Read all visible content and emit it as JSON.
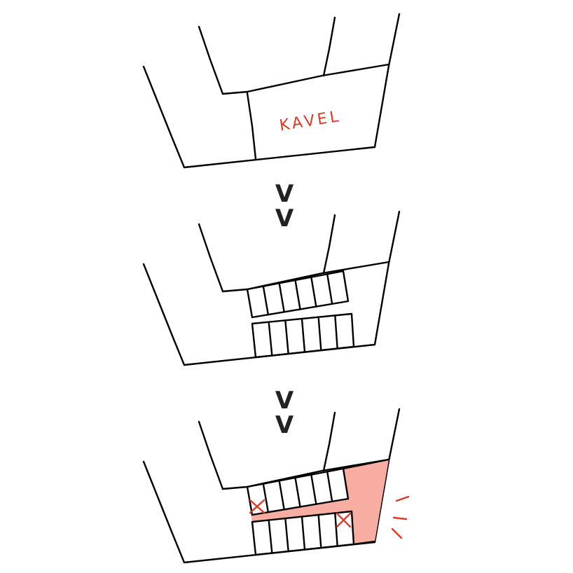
{
  "plot_label": "KAVEL",
  "arrows": [
    "V",
    "V",
    "V",
    "V"
  ],
  "stalls_per_row": 6,
  "colors": {
    "line": "#000000",
    "stall_fill": "#e6e6e4",
    "highlight_fill": "#f7ada2",
    "accent_red": "#e03a24"
  }
}
